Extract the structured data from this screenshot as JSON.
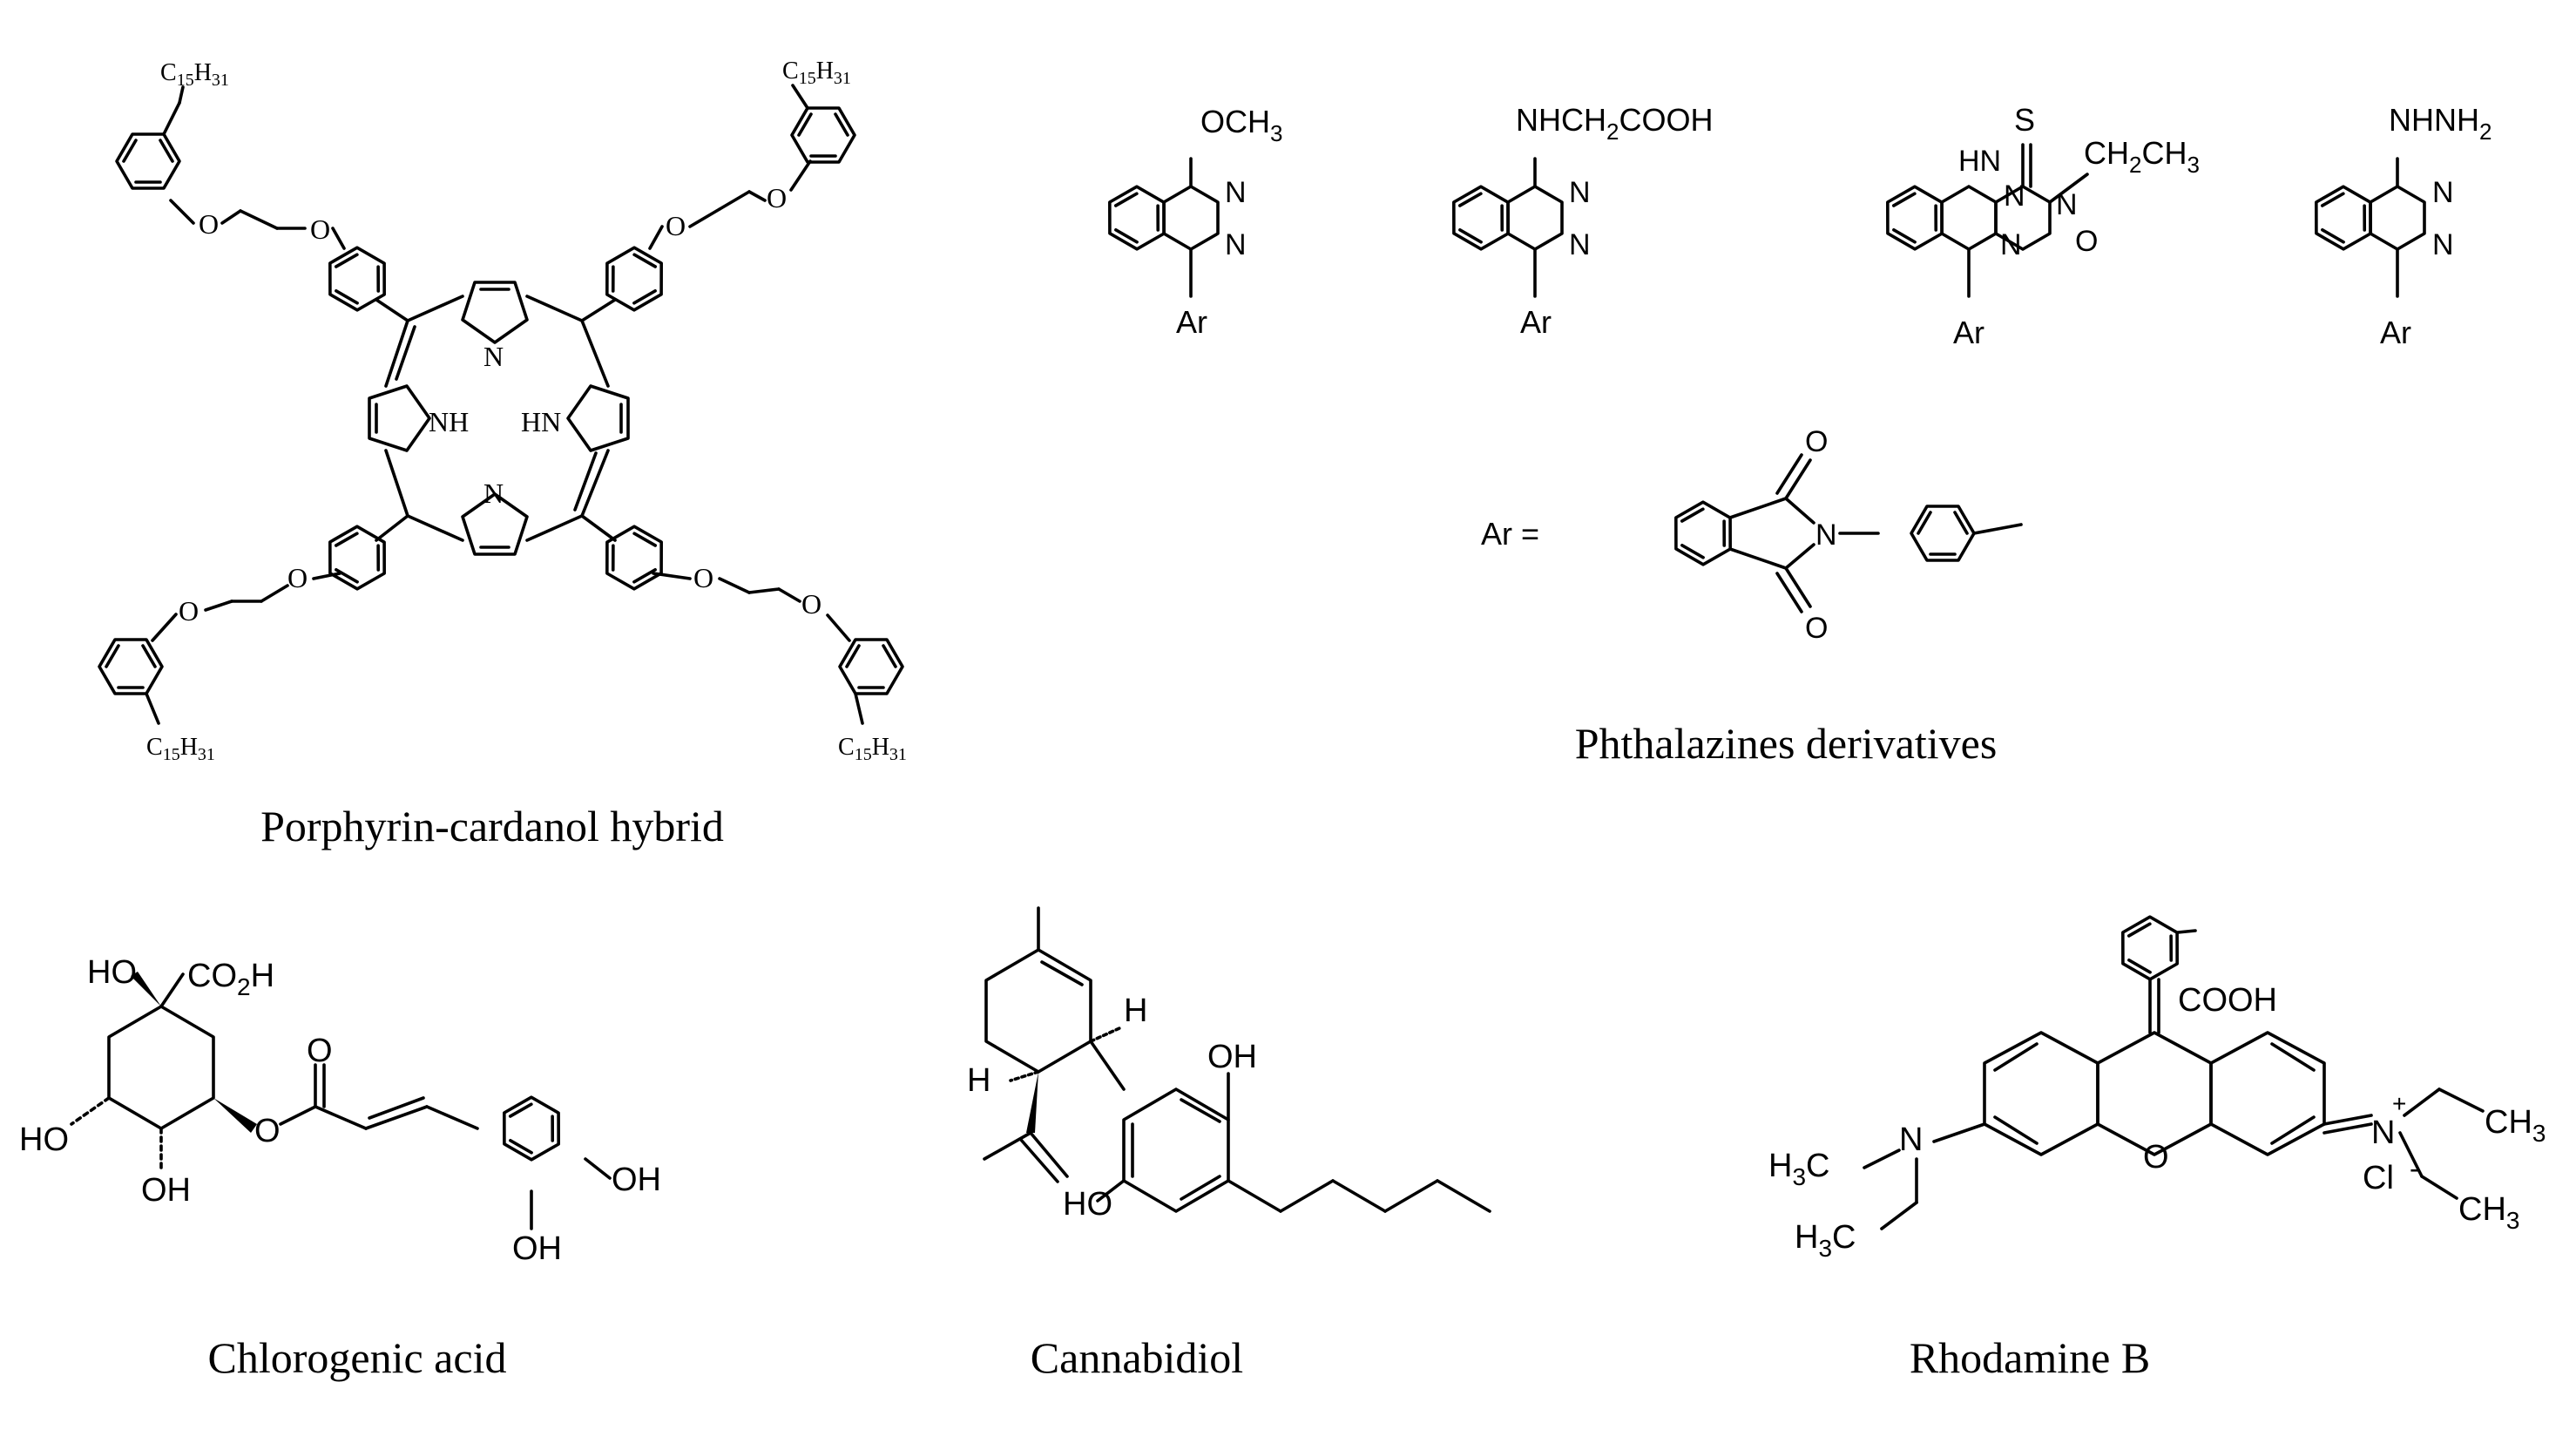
{
  "compounds": {
    "porphyrin": {
      "caption": "Porphyrin-cardanol hybrid",
      "substituent": "C15H31",
      "nitrogen": "N",
      "nh_left": "NH",
      "nh_right": "HN",
      "oxygen": "O"
    },
    "phthalazines": {
      "caption": "Phthalazines derivatives",
      "sub1": "OCH3",
      "sub2": "NHCH2COOH",
      "sub3_s": "S",
      "sub3_hn": "HN",
      "sub3_ethyl": "CH2CH3",
      "sub3_o": "O",
      "sub4": "NHNH2",
      "nitrogen": "N",
      "aryl": "Ar",
      "ar_definition": "Ar   =",
      "imide_oxygen": "O",
      "imide_nitrogen": "N"
    },
    "chlorogenic_acid": {
      "caption": "Chlorogenic acid",
      "ho_top": "HO",
      "co2h": "CO2H",
      "ho_left": "HO",
      "oh_bottom": "OH",
      "ester_o": "O",
      "carbonyl_o": "O",
      "oh_ring1": "OH",
      "oh_ring2": "OH"
    },
    "cannabidiol": {
      "caption": "Cannabidiol",
      "h_top": "H",
      "h_left": "H",
      "oh_top": "OH",
      "ho_bottom": "HO"
    },
    "rhodamine_b": {
      "caption": "Rhodamine B",
      "cooh": "COOH",
      "n_left": "N",
      "n_right": "N",
      "plus": "+",
      "oxygen": "O",
      "h3c_top": "H3C",
      "h3c_bottom": "H3C",
      "ch3_top": "CH3",
      "ch3_bottom": "CH3",
      "chloride": "Cl",
      "minus": "-"
    }
  }
}
